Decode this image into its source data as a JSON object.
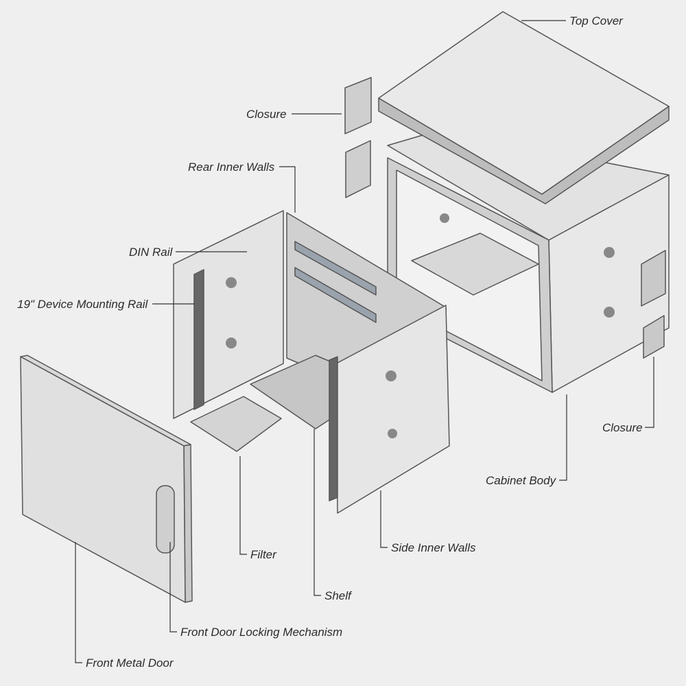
{
  "title": "Wall-mount cabinet exploded view",
  "labels": {
    "top_cover": "Top Cover",
    "closure_top": "Closure",
    "rear_inner_walls": "Rear Inner Walls",
    "din_rail": "DIN Rail",
    "mounting_rail": "19\" Device Mounting Rail",
    "closure_right": "Closure",
    "cabinet_body": "Cabinet Body",
    "side_inner_walls": "Side Inner Walls",
    "filter": "Filter",
    "shelf": "Shelf",
    "locking_mechanism": "Front Door Locking Mechanism",
    "front_door": "Front Metal Door"
  },
  "colors": {
    "background": "#efefef",
    "panel_light": "#e6e6e6",
    "panel_mid": "#d2d2d2",
    "panel_dark": "#b8b8b8",
    "line": "#333333"
  }
}
